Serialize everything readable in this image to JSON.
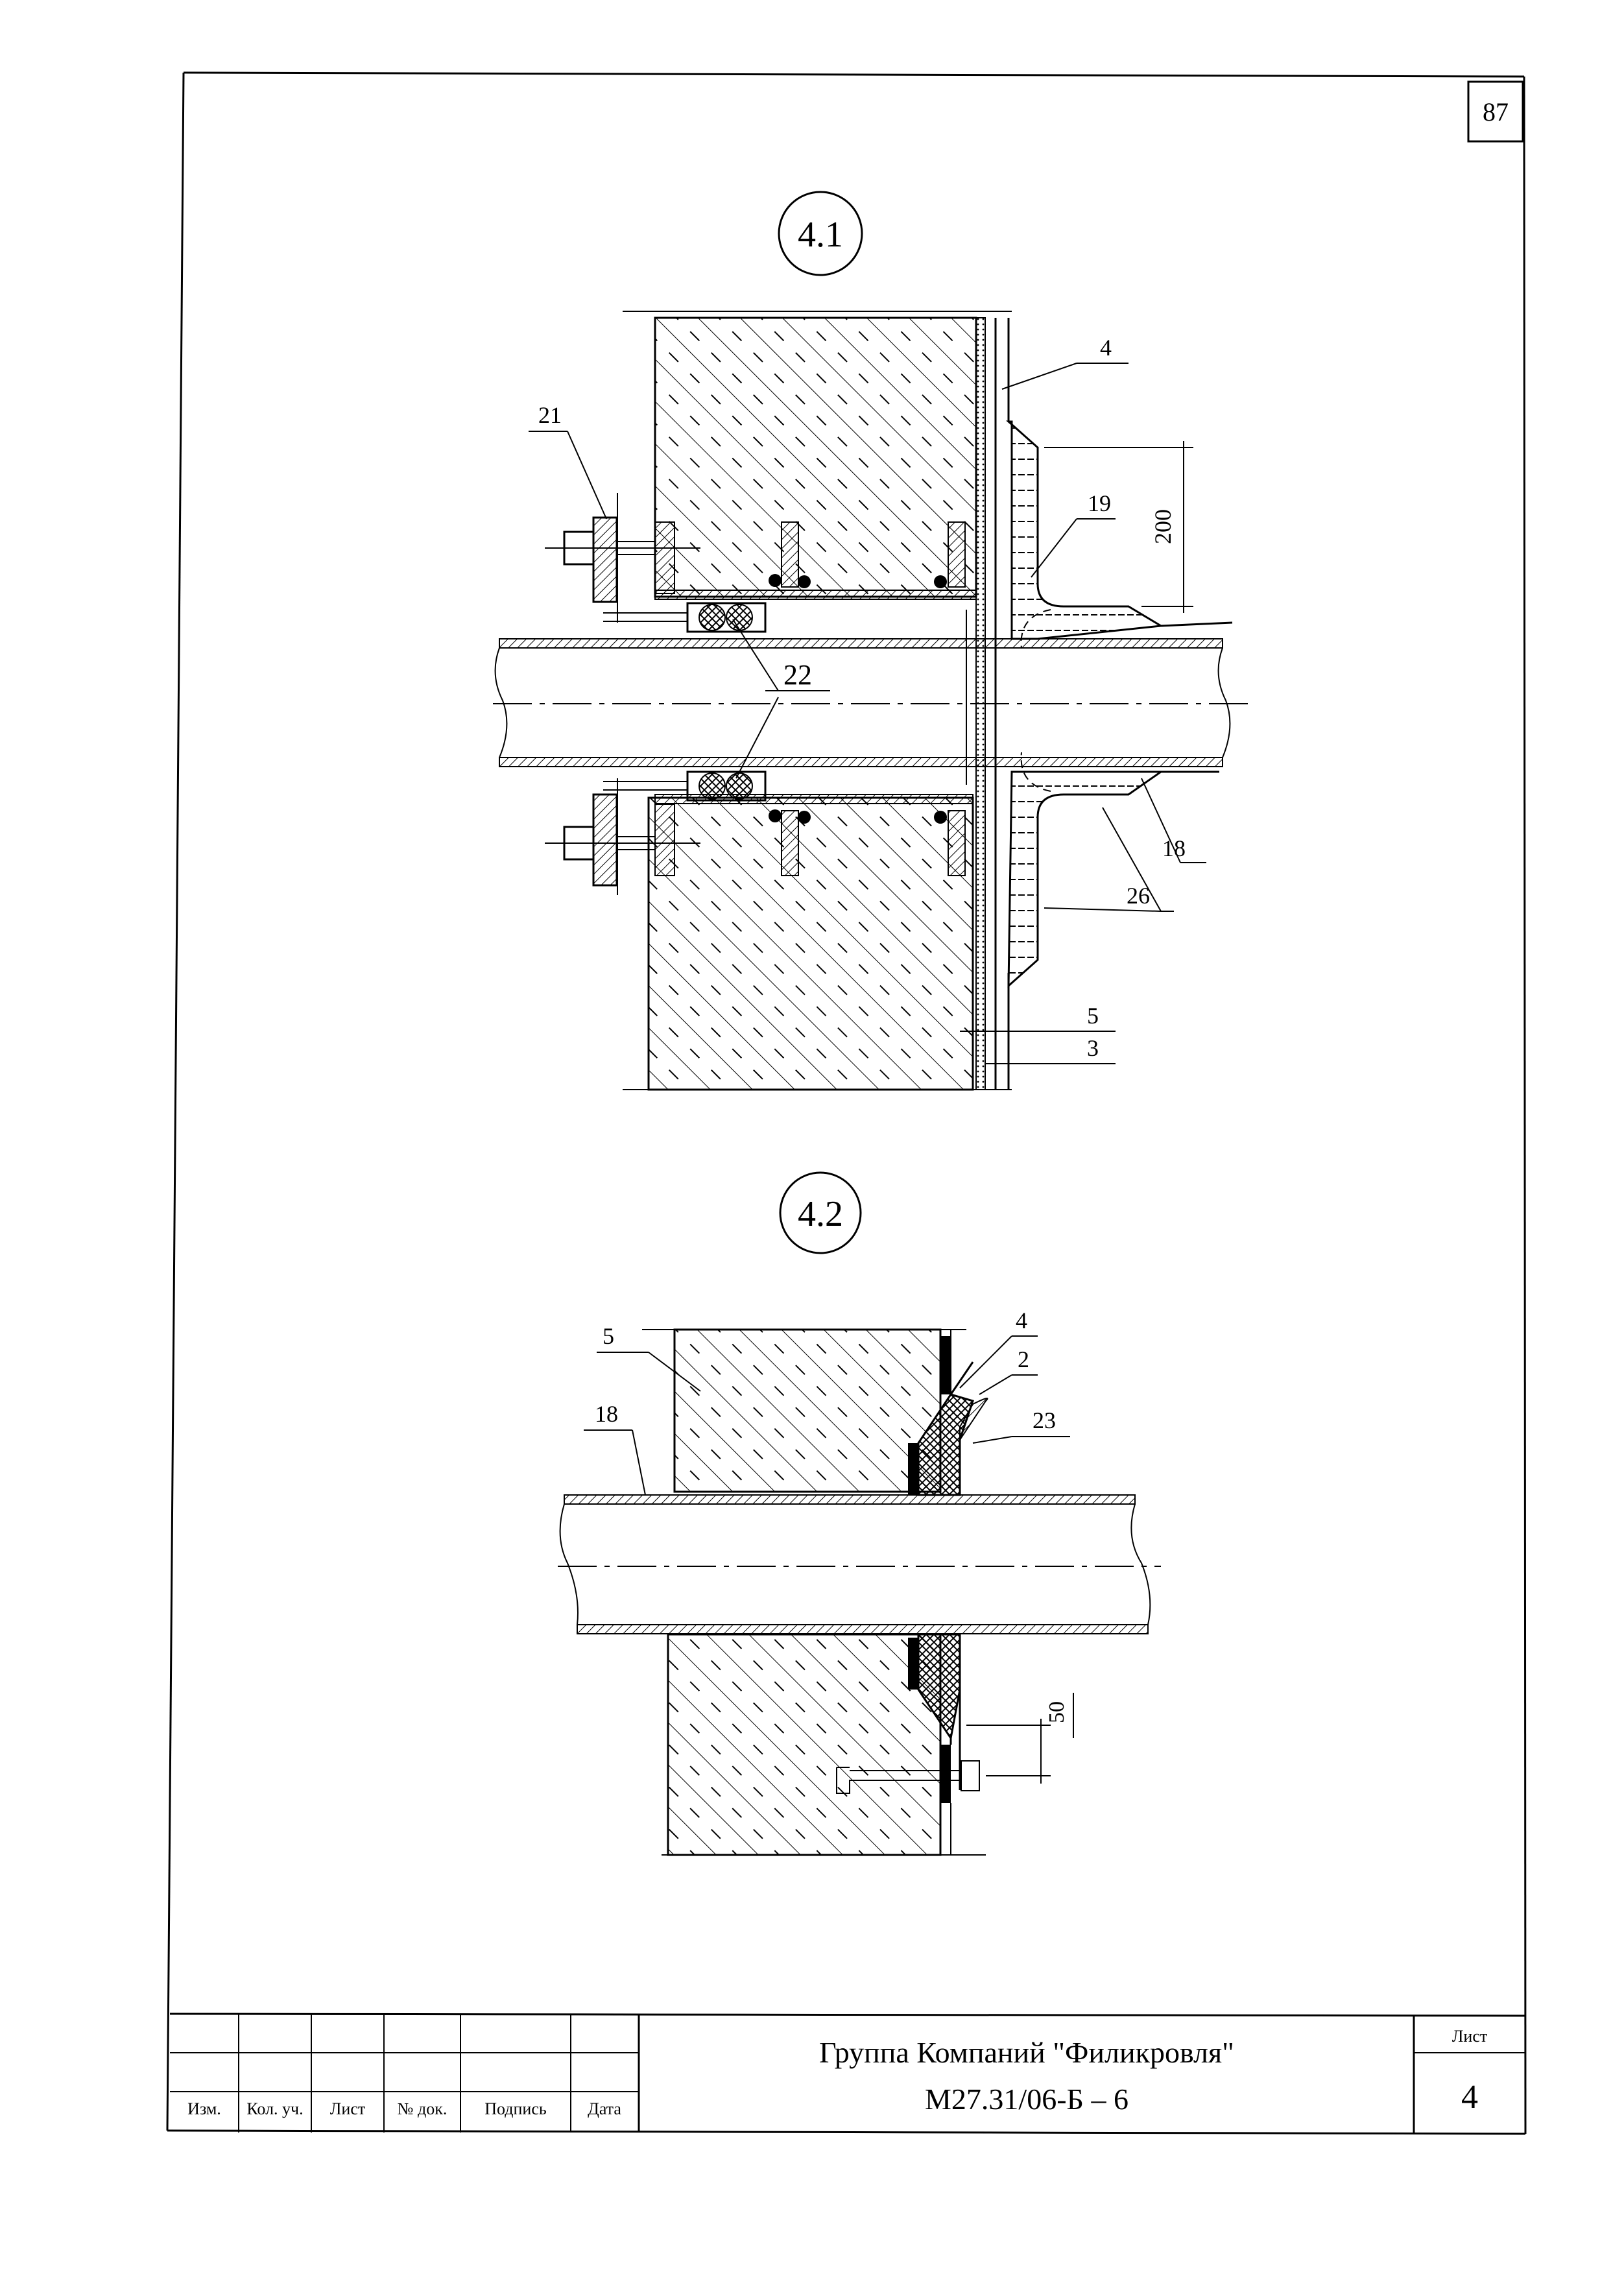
{
  "sheet": {
    "page_number_top": "87",
    "detail_1_title": "4.1",
    "detail_2_title": "4.2"
  },
  "detail_1": {
    "callouts": [
      "4",
      "21",
      "19",
      "22",
      "18",
      "26",
      "5",
      "3"
    ],
    "dimension": "200"
  },
  "detail_2": {
    "callouts": [
      "4",
      "5",
      "2",
      "18",
      "23"
    ],
    "dimension": "50"
  },
  "title_block": {
    "col_izm": "Изм.",
    "col_kol": "Кол. уч.",
    "col_list": "Лист",
    "col_ndok": "№ док.",
    "col_podpis": "Подпись",
    "col_data": "Дата",
    "company": "Группа Компаний \"Филикровля\"",
    "doc_code": "М27.31/06-Б  –  6",
    "sheet_label": "Лист",
    "sheet_number": "4"
  }
}
